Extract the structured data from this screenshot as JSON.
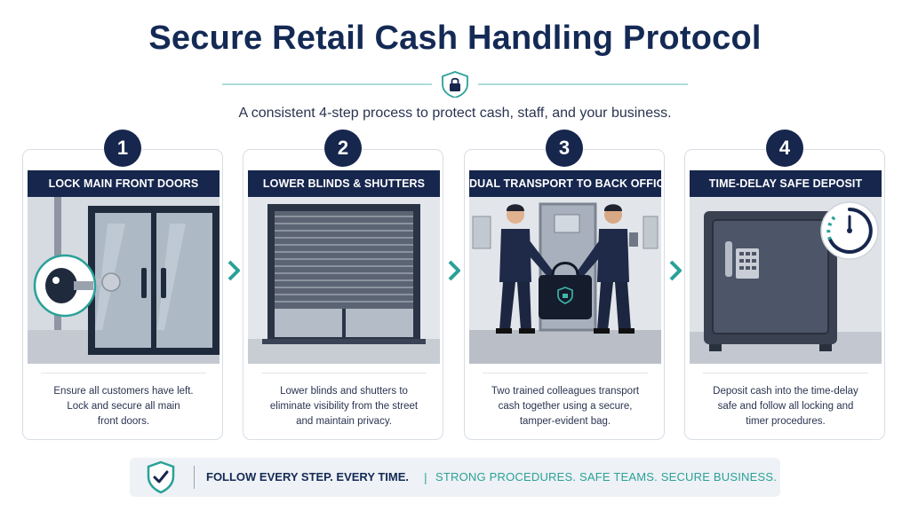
{
  "title": "Secure Retail Cash Handling Protocol",
  "subtitle": "A consistent 4-step process to protect cash, staff, and your business.",
  "colors": {
    "navy": "#16264d",
    "teal": "#2aa198",
    "card_border": "#d8dde5"
  },
  "steps": [
    {
      "number": "1",
      "heading": "LOCK MAIN FRONT DOORS",
      "icon": "key-icon",
      "description": [
        "Ensure all customers have left.",
        "Lock and secure all main",
        "front doors."
      ]
    },
    {
      "number": "2",
      "heading": "LOWER BLINDS & SHUTTERS",
      "icon": "shutter-icon",
      "description": [
        "Lower blinds and shutters to",
        "eliminate visibility from the street",
        "and maintain privacy."
      ]
    },
    {
      "number": "3",
      "heading": "DUAL TRANSPORT TO BACK OFFICE",
      "icon": "cash-bag-icon",
      "description": [
        "Two trained colleagues transport",
        "cash together using a secure,",
        "tamper-evident bag."
      ]
    },
    {
      "number": "4",
      "heading": "TIME-DELAY SAFE DEPOSIT",
      "icon": "timer-icon",
      "description": [
        "Deposit cash into the time-delay",
        "safe and follow all locking and",
        "timer procedures."
      ]
    }
  ],
  "footer": {
    "primary": "FOLLOW EVERY STEP. EVERY TIME.",
    "separator": "|",
    "secondary": "STRONG PROCEDURES. SAFE TEAMS. SECURE BUSINESS."
  }
}
